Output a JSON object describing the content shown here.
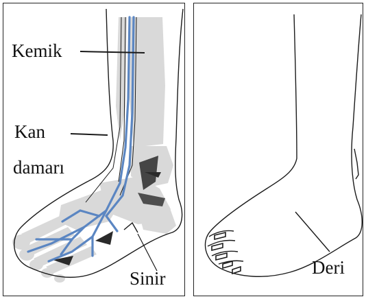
{
  "labels": {
    "bone": "Kemik",
    "vessel_line1": "Kan",
    "vessel_line2": "damarı",
    "nerve": "Sinir",
    "skin": "Deri"
  },
  "colors": {
    "outline": "#1a1a1a",
    "bone_fill": "#d9d9d9",
    "vessel": "#5b86c2",
    "frame": "#222222"
  }
}
